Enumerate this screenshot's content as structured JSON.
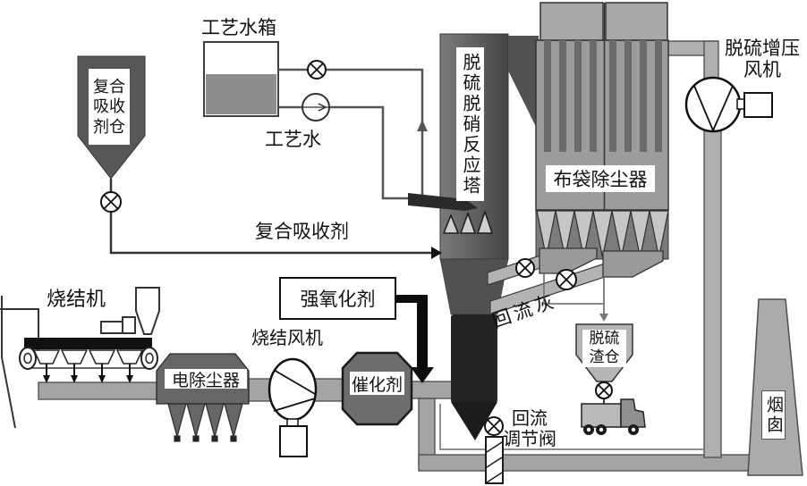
{
  "diagram_labels": {
    "process_water_tank": "工艺水箱",
    "process_water": "工艺水",
    "absorbent_bin": "复合吸收剂仓",
    "absorbent_feed": "复合吸收剂",
    "reaction_tower": "脱硫脱硝反应塔",
    "bag_filter": "布袋除尘器",
    "booster_fan": "脱硫增压风机",
    "sintering_machine": "烧结机",
    "esp": "电除尘器",
    "sintering_fan": "烧结风机",
    "oxidizer": "强氧化剂",
    "catalyst": "催化剂",
    "return_ash": "回流灰",
    "slag_bin": "脱硫渣仓",
    "return_valve_line1": "回流",
    "return_valve_line2": "调节阀",
    "chimney": "烟囱"
  },
  "icons": {
    "valve": "circle with X (shut-off valve)",
    "pump": "circle with right arrow (water pump)",
    "fan": "circle with chord blades (fan)",
    "spray": "triangle spray nozzles",
    "truck": "slag haul truck"
  },
  "colors": {
    "vessel_dark": "#575757",
    "vessel_black": "#232323",
    "duct_gray": "#a4a4a4",
    "chute_gray": "#b3b3b3",
    "filter_gray": "#9c9c9c",
    "background": "#ffffff",
    "line": "#111111"
  }
}
